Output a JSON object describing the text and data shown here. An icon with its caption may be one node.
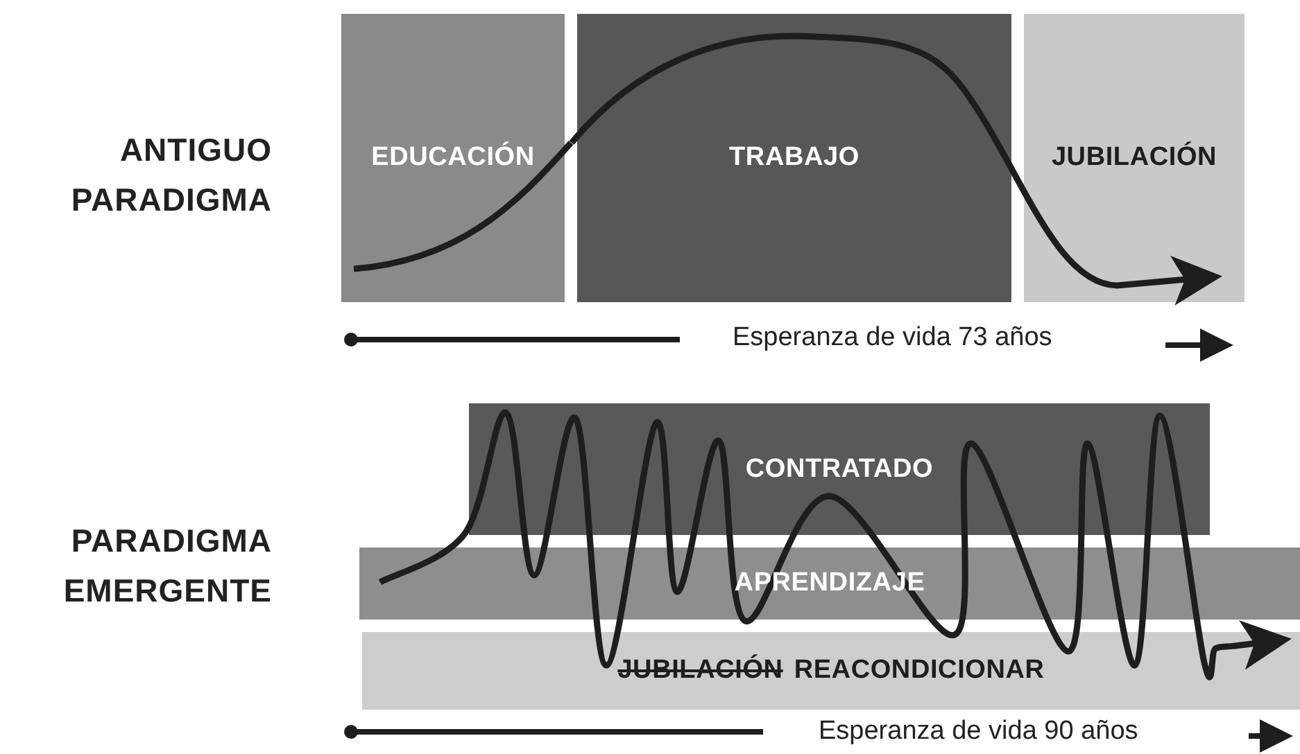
{
  "diagram": {
    "nodes": [
      {
        "text": [
          "EDUCACIÓN"
        ]
      },
      {
        "text": [
          "TRABAJO"
        ]
      },
      {
        "text": [
          "JUBILACIÓN"
        ]
      },
      {
        "text": [
          "CONTRATADO"
        ]
      },
      {
        "text": [
          "APRENDIZAJE"
        ]
      },
      {
        "text": [
          "JUBILACIÓN",
          "REACONDICIONAR"
        ]
      }
    ],
    "edges": [
      {
        "from": 0,
        "to": 1,
        "arrow": "none"
      },
      {
        "from": 1,
        "to": 2,
        "arrow": "to"
      }
    ],
    "labels": [
      "ANTIGUO PARADIGMA",
      "Esperanza de vida 73 años",
      "PARADIGMA EMERGENTE",
      "Esperanza de vida 90 años"
    ]
  }
}
